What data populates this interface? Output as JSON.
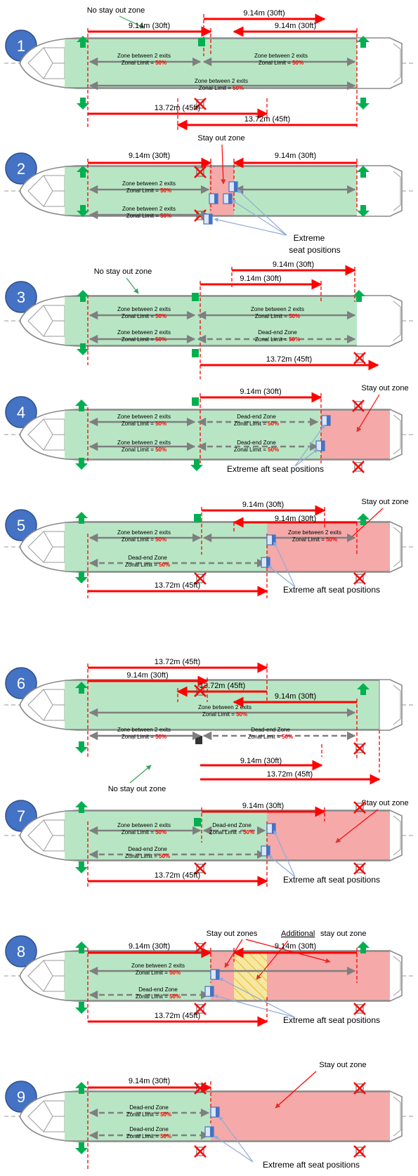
{
  "colors": {
    "green_zone": "#b8e6c4",
    "red_zone": "#f5a9a9",
    "hatch_zone": "#f7e7a0",
    "dimension_red": "#ff0000",
    "exit_green": "#00b050",
    "circle_blue": "#4472c4",
    "arrow_grey": "#7f7f7f",
    "seat_blue": "#4472c4",
    "callout_blue": "#8eaadb"
  },
  "icons": {
    "exit": "green-exit-arrow-icon",
    "blocked_exit": "red-cross-exit-icon",
    "seat": "seat-icon"
  },
  "labels": {
    "zone_between": "Zone between 2 exits",
    "dead_end": "Dead-end Zone",
    "zonal_limit_prefix": "Zonal Limit = ",
    "pct": "50%",
    "d30": "9.14m (30ft)",
    "d45": "13.72m (45ft)",
    "no_stay": "No stay out zone",
    "stay_out": "Stay out zone",
    "stay_out_zones": "Stay out zones",
    "additional_word": "Additional",
    "additional_rest": "stay out zone",
    "extreme_seat": "Extreme",
    "extreme_seat2": "seat positions",
    "extreme_aft": "Extreme  aft seat positions"
  },
  "diagrams": [
    {
      "num": "1"
    },
    {
      "num": "2"
    },
    {
      "num": "3"
    },
    {
      "num": "4"
    },
    {
      "num": "5"
    },
    {
      "num": "6"
    },
    {
      "num": "7"
    },
    {
      "num": "8"
    },
    {
      "num": "9"
    }
  ]
}
